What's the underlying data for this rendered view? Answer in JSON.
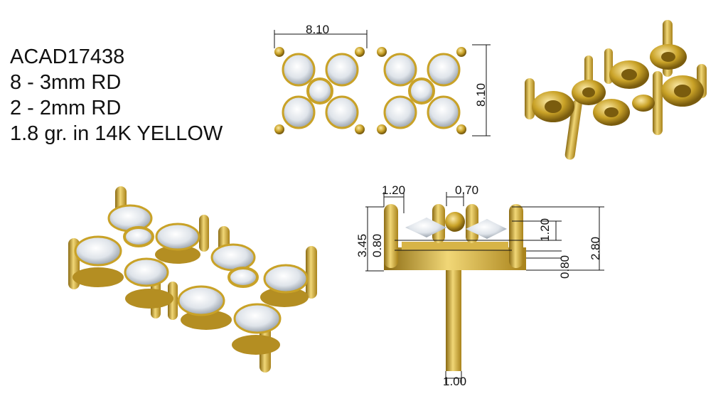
{
  "spec": {
    "code": "ACAD17438",
    "line2": "8 - 3mm RD",
    "line3": "2 - 2mm RD",
    "line4": "1.8 gr.  in 14K YELLOW"
  },
  "dimensions": {
    "top_width": "8.10",
    "top_height": "8.10",
    "side_1_20_left": "1.20",
    "side_0_70": "0.70",
    "side_3_45": "3.45",
    "side_0_80_left": "0.80",
    "side_1_20_right": "1.20",
    "side_2_80": "2.80",
    "side_0_80_right": "0.80",
    "post_1_00": "1.00"
  },
  "colors": {
    "gold": "#c9a227",
    "gold_dark": "#8a6a12",
    "gold_light": "#f1d777",
    "diamond": "#e8ecf0"
  }
}
